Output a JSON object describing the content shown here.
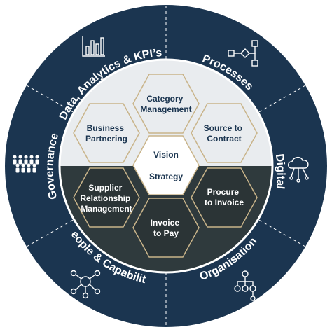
{
  "ring": {
    "segments": [
      {
        "id": "data",
        "label": "Data, Analytics & KPI’s",
        "icon": "bar-chart-icon"
      },
      {
        "id": "processes",
        "label": "Processes",
        "icon": "process-flow-icon"
      },
      {
        "id": "digital",
        "label": "Digital",
        "icon": "cloud-network-icon"
      },
      {
        "id": "organisation",
        "label": "Organisation",
        "icon": "org-chart-icon"
      },
      {
        "id": "people",
        "label": "People & Capability",
        "icon": "people-network-icon"
      },
      {
        "id": "governance",
        "label": "Governance",
        "icon": "people-group-icon"
      }
    ]
  },
  "hexagons": {
    "category_management": [
      "Category",
      "Management"
    ],
    "business_partnering": [
      "Business",
      "Partnering"
    ],
    "source_to_contract": [
      "Source to",
      "Contract"
    ],
    "supplier_relationship_management": [
      "Supplier",
      "Relationship",
      "Management"
    ],
    "procure_to_invoice": [
      "Procure",
      "to Invoice"
    ],
    "invoice_to_pay": [
      "Invoice",
      "to Pay"
    ]
  },
  "center": {
    "top": "Vision",
    "bottom": "Strategy"
  },
  "colors": {
    "navy": "#1b3550",
    "inner_light": "#e9ecef",
    "inner_dark": "#2f3a3d",
    "hex_dark": "#2b3436",
    "hex_border": "#c9b48a",
    "white": "#ffffff"
  }
}
